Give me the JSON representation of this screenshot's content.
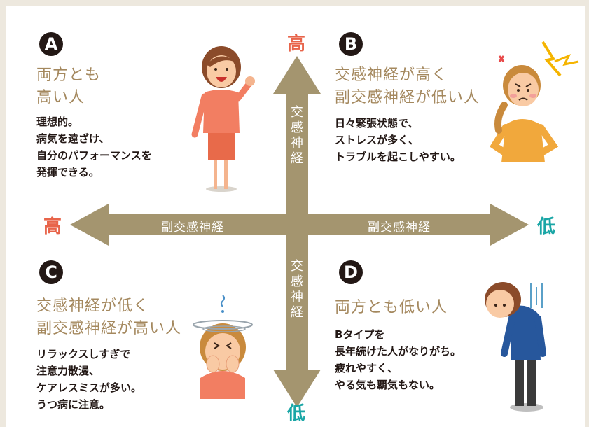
{
  "axes": {
    "vertical": {
      "label": "交感神経",
      "high": "高",
      "low": "低"
    },
    "horizontal": {
      "label": "副交感神経",
      "high": "高",
      "low": "低"
    }
  },
  "quadrants": [
    {
      "letter": "A",
      "title_lines": [
        "両方とも",
        "高い人"
      ],
      "desc_lines": [
        "理想的。",
        "病気を遠ざけ、",
        "自分のパフォーマンスを",
        "発揮できる。"
      ]
    },
    {
      "letter": "B",
      "title_lines": [
        "交感神経が高く",
        "副交感神経が低い人"
      ],
      "desc_lines": [
        "日々緊張状態で、",
        "ストレスが多く、",
        "トラブルを起こしやすい。"
      ]
    },
    {
      "letter": "C",
      "title_lines": [
        "交感神経が低く",
        "副交感神経が高い人"
      ],
      "desc_lines": [
        "リラックスしすぎで",
        "注意力散漫、",
        "ケアレスミスが多い。",
        "うつ病に注意。"
      ]
    },
    {
      "letter": "D",
      "title_lines": [
        "両方とも低い人"
      ],
      "desc_lines": [
        "Bタイプを",
        "長年続けた人がなりがち。",
        "疲れやすく、",
        "やる気も覇気もない。"
      ]
    }
  ],
  "colors": {
    "arrow": "#a4956f",
    "title": "#a4885e",
    "high": "#e8644a",
    "low": "#1aa6a6",
    "background": "#ede8de"
  }
}
